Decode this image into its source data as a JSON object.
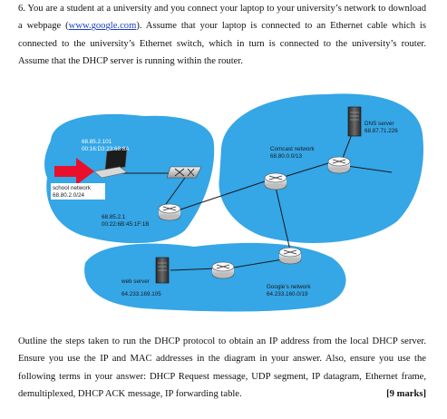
{
  "question": {
    "intro_prefix": "6. You are a student at a university and you connect your laptop to your university’s network to download a webpage (",
    "link": "www.google.com",
    "intro_suffix": "). Assume that your laptop is connected to an Ethernet cable which is connected to the university’s Ethernet switch, which in turn is connected to the university’s router. Assume that the DHCP server is running within the router.",
    "outline": "Outline the steps taken to run the DHCP protocol to obtain an IP address from the local DHCP server. Ensure you use the IP and MAC addresses in the diagram in your answer. Also, ensure you use the following terms in your answer: DHCP Request message, UDP segment, IP datagram, Ethernet frame, demultiplexed, DHCP ACK message, IP forwarding table.",
    "marks": "[9 marks]"
  },
  "diagram": {
    "laptop_ip": "68.85.2.101",
    "laptop_mac": "00:16:D3:23:68:8A",
    "school_network_name": "school network",
    "school_network_addr": "68.80.2.0/24",
    "router_ip": "68.85.2.1",
    "router_mac": "00:22:6B:45:1F:1B",
    "comcast_name": "Comcast network",
    "comcast_addr": "68.80.0.0/13",
    "dns_name": "DNS server",
    "dns_ip": "68.87.71.226",
    "web_name": "web server",
    "web_ip": "64.233.169.105",
    "google_name": "Google’s network",
    "google_addr": "64.233.160.0/19"
  },
  "colors": {
    "cloud": "#35a6e6",
    "arrow": "#e8102a",
    "link": "#1a3fbf"
  }
}
